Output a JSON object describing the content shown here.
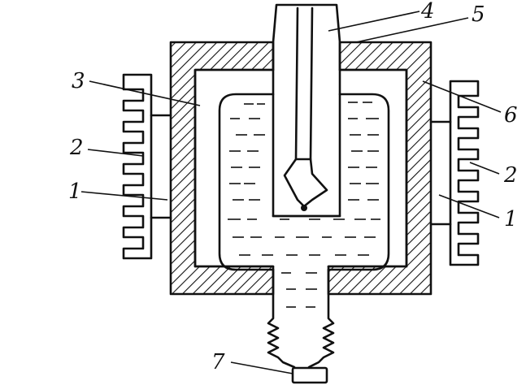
{
  "diagram": {
    "callouts": [
      {
        "id": "label-1-left",
        "text": "1"
      },
      {
        "id": "label-2-left",
        "text": "2"
      },
      {
        "id": "label-3",
        "text": "3"
      },
      {
        "id": "label-4",
        "text": "4"
      },
      {
        "id": "label-5",
        "text": "5"
      },
      {
        "id": "label-6",
        "text": "6"
      },
      {
        "id": "label-2-right",
        "text": "2"
      },
      {
        "id": "label-1-right",
        "text": "1"
      },
      {
        "id": "label-7",
        "text": "7"
      }
    ],
    "colors": {
      "ink": "#111111",
      "paper": "#ffffff"
    }
  }
}
